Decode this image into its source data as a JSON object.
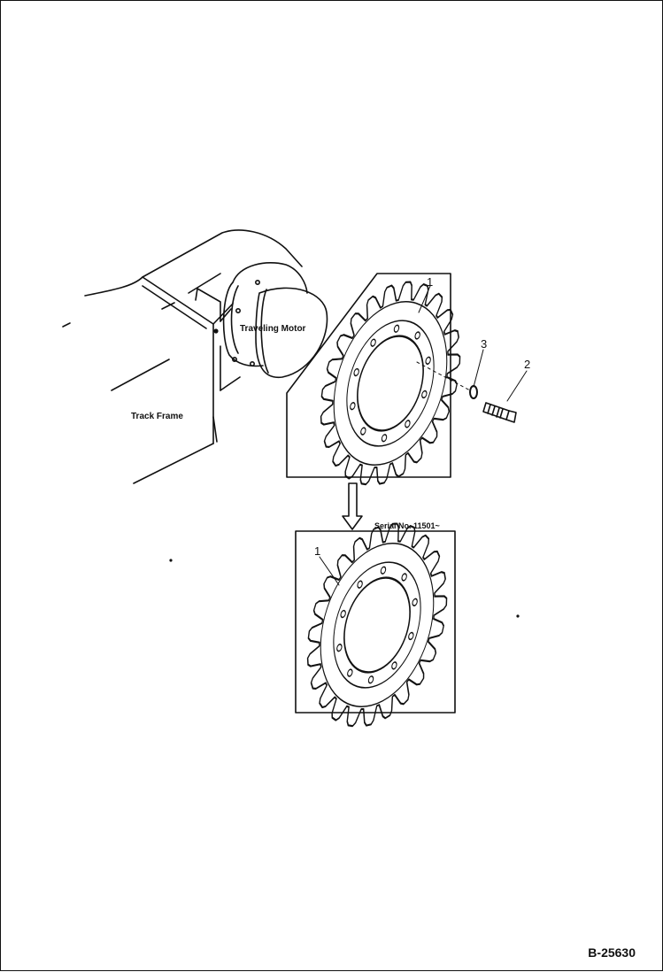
{
  "labels": {
    "track_frame": "Track Frame",
    "traveling_motor": "Traveling Motor",
    "serial_no": "Serial No. 11501~",
    "drawing_code": "B-25630"
  },
  "callouts": {
    "part_1_top": "1",
    "part_2": "2",
    "part_3": "3",
    "part_1_bottom": "1"
  }
}
